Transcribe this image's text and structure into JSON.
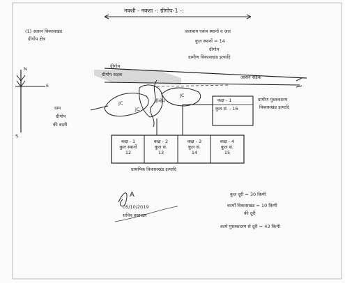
{
  "header": {
    "title": "नक्शी - नक्शा -: ग्रीगोप-1 -:",
    "left_note_line1": "(1) आसन विकासखंड",
    "left_note_line2": "ग्रीगोप क्षेत्र",
    "right_note_line1": "जलाशय एकत्र स्थानों व जल",
    "right_note_line2": "कुल स्थानों = 14",
    "right_note_line3": "ग्रीगोप",
    "right_note_line4": "ग्रामीण विकासखंड इत्यादि"
  },
  "compass": {
    "north": "N",
    "east": "E",
    "south": "S"
  },
  "map_labels": {
    "road_top_left": "ग्रीगोप",
    "road_small": "ग्रीगोप सड़क",
    "road_right": "आसन सड़क",
    "blob_left": "JC",
    "blob_center": "JC",
    "blob_right": "JC",
    "winding_label": "ग्रीगोप",
    "village_label_line1": "ग्राम",
    "village_label_line2": "ग्रीगोप",
    "village_label_line3": "की बस्ती"
  },
  "right_box": {
    "line1": "कक्ष - 1",
    "line2": "कुल सं. - 16",
    "caption_line1": "ग्रामीण पुस्तकालय",
    "caption_line2": "विकासखंड इत्यादि"
  },
  "rooms": [
    {
      "line1": "कक्ष - 1",
      "line2": "कुल स्थानों",
      "count": "12"
    },
    {
      "line1": "कक्ष - 2",
      "line2": "कुल सं.",
      "count": "13"
    },
    {
      "line1": "कक्ष - 3",
      "line2": "कुल सं.",
      "count": "14"
    },
    {
      "line1": "कक्ष - 4",
      "line2": "कुल सं.",
      "count": "15"
    }
  ],
  "rooms_caption": "प्राथमिक विकासखंड इत्यादि",
  "signature": {
    "initial": "A",
    "date": "05/10/2019",
    "name": "सचिव हस्ताक्षर"
  },
  "summary": {
    "line1": "कुल दूरी = 30 किमी",
    "line2_a": "कार्यों विकासखंड = 10 किमी",
    "line2_b": "की दूरी",
    "line3": "कार्य पुस्तकालय से दूरी = 43 किमी"
  }
}
